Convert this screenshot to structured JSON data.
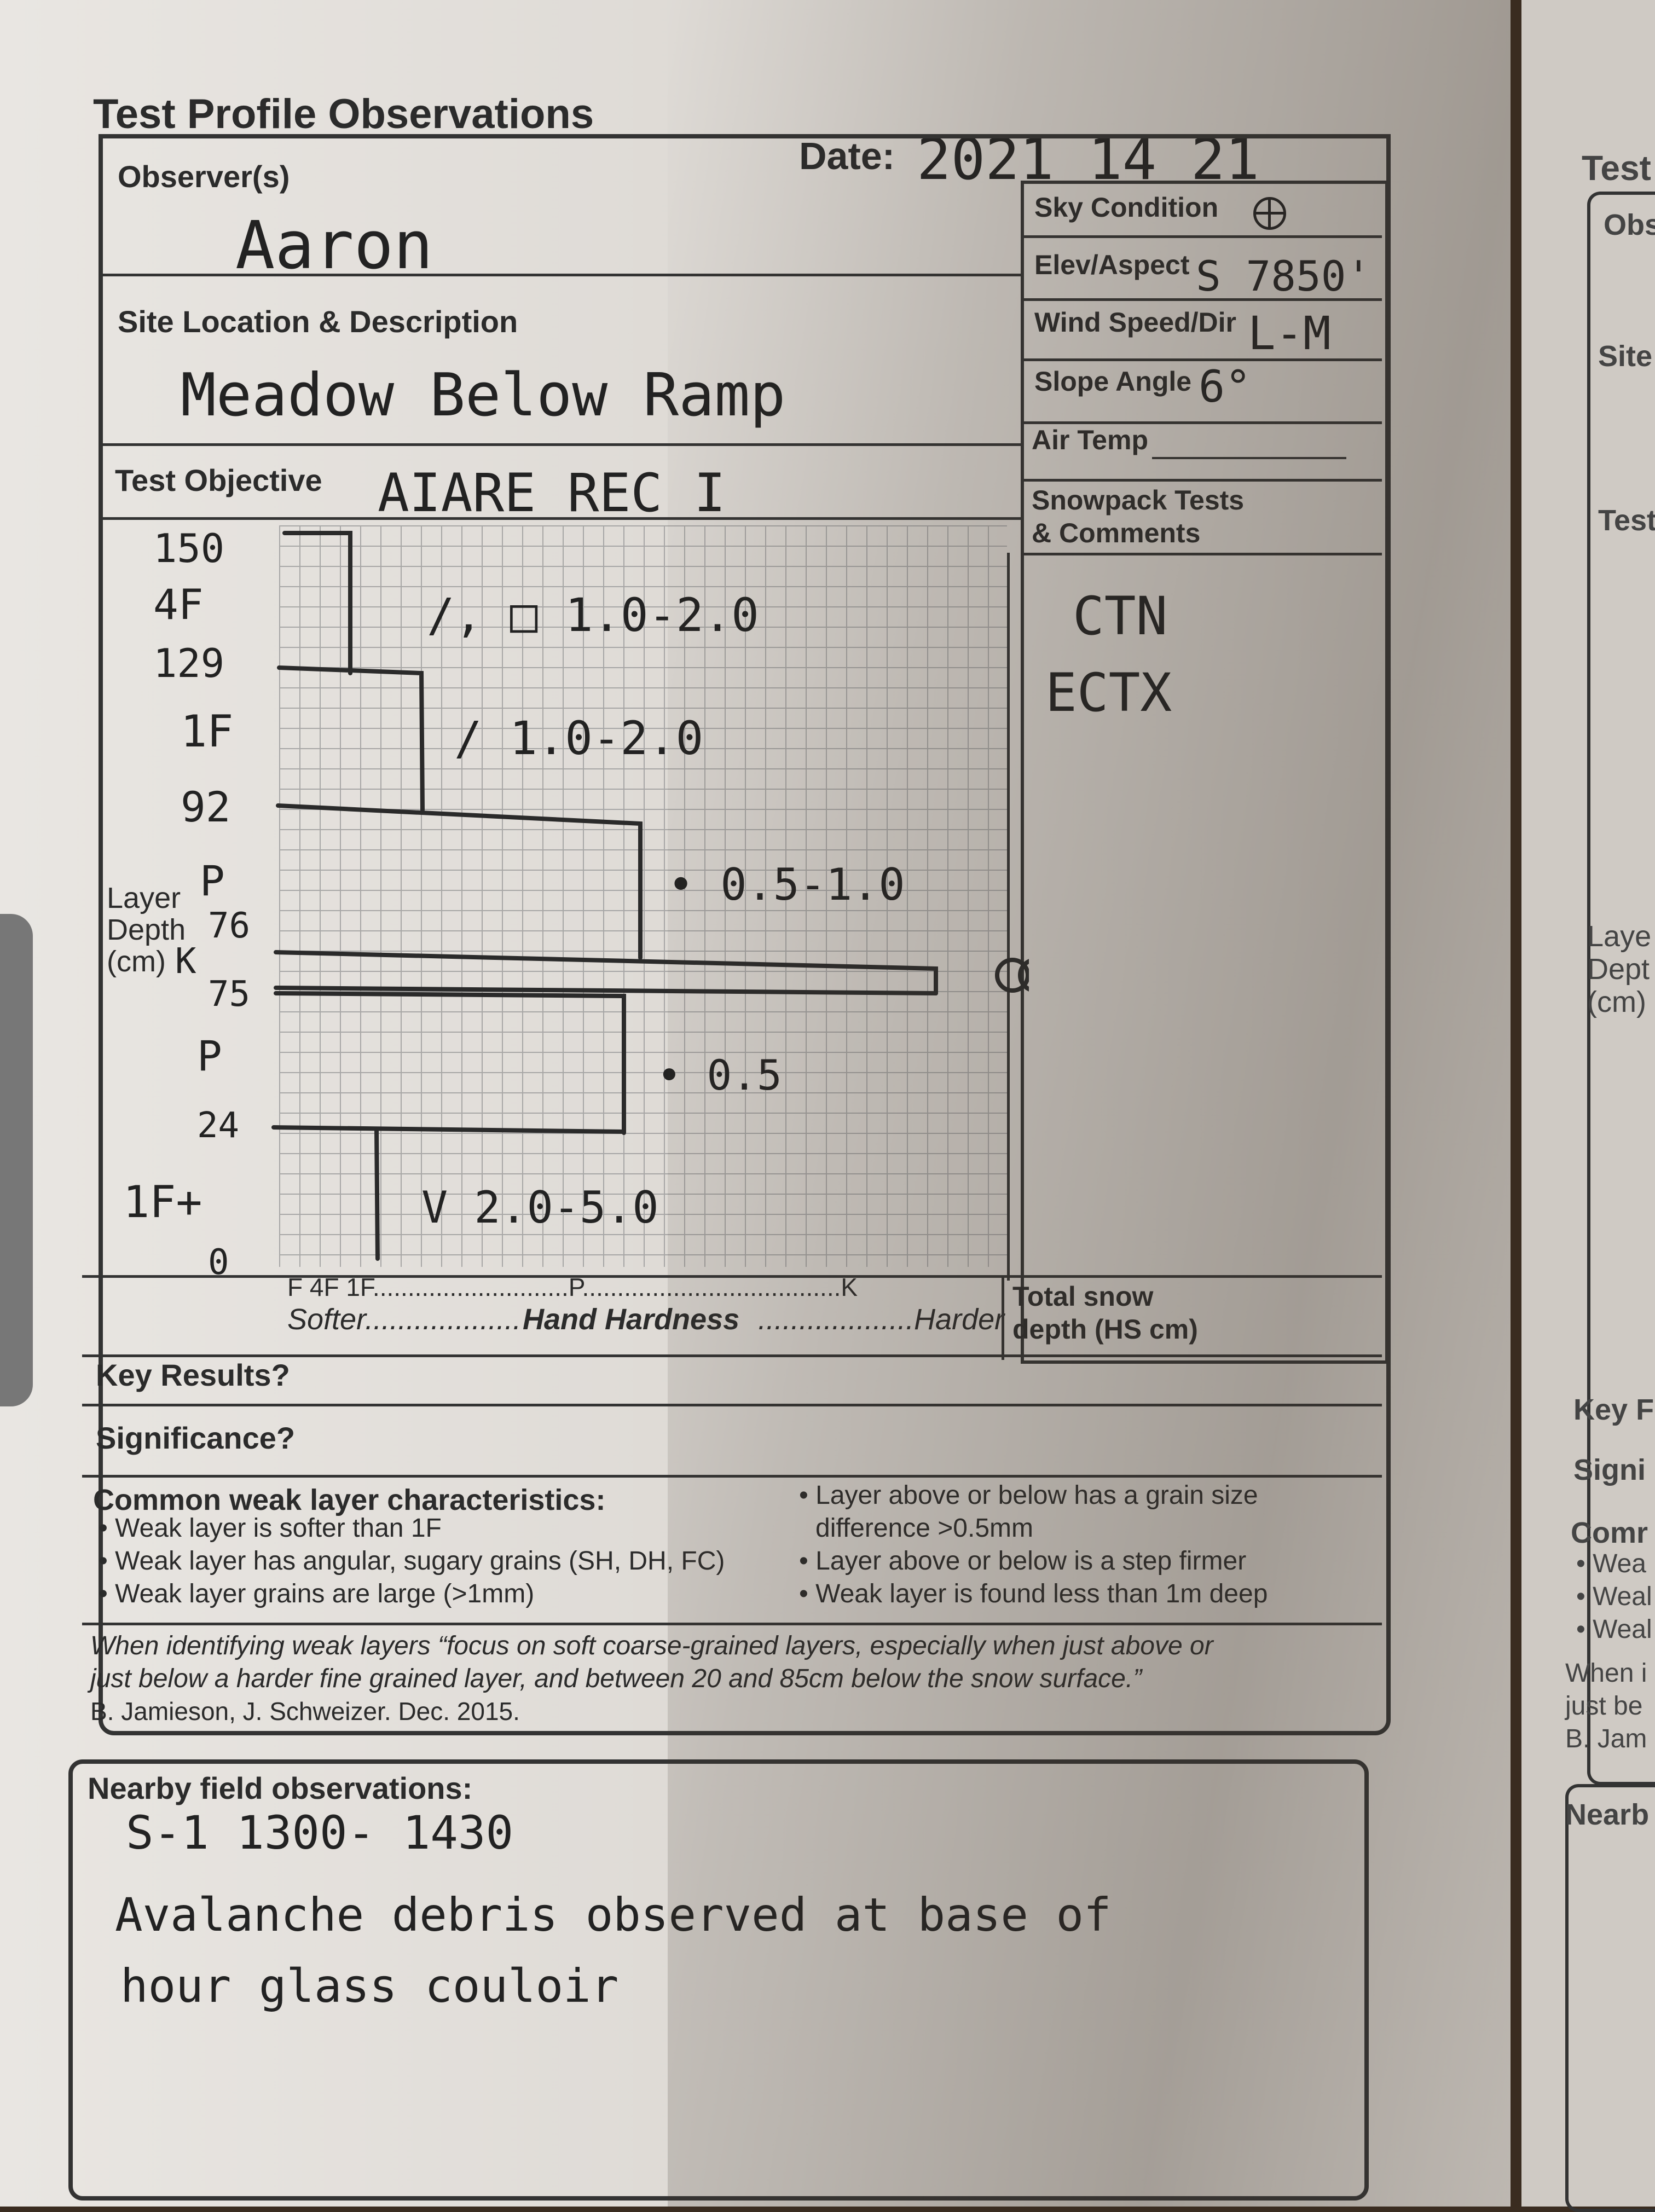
{
  "form": {
    "title": "Test Profile Observations",
    "date_label": "Date:",
    "date_value": "2021 14 21",
    "observer_label": "Observer(s)",
    "observer_value": "Aaron",
    "site_label": "Site Location & Description",
    "site_value": "Meadow Below Ramp",
    "objective_label": "Test Objective",
    "objective_value": "AIARE REC I",
    "sky_label": "Sky Condition",
    "elev_label": "Elev/Aspect",
    "elev_value": "S 7850'",
    "wind_label": "Wind Speed/Dir",
    "wind_value": "L-M",
    "slope_label": "Slope Angle",
    "slope_value": "6°",
    "airtemp_label": "Air Temp",
    "tests_label_1": "Snowpack Tests",
    "tests_label_2": "& Comments",
    "tests_value_1": "CTN",
    "tests_value_2": "ECTX",
    "layer_label_1": "Layer",
    "layer_label_2": "Depth",
    "layer_label_3": "(cm)",
    "hardness_scale": "F 4F    1F............................P.....................................K",
    "hardness_softer": "Softer...................",
    "hardness_label": "Hand Hardness",
    "hardness_harder": "...................Harder",
    "total_snow_1": "Total snow",
    "total_snow_2": "depth (HS cm)",
    "key_results": "Key Results?",
    "significance": "Significance?",
    "weak_title": "Common weak layer characteristics:",
    "weak_1": "• Weak layer is softer than 1F",
    "weak_2": "• Weak layer has angular, sugary grains (SH, DH, FC)",
    "weak_3": "• Weak layer grains are large (>1mm)",
    "weak_4a": "• Layer above or below has a grain size",
    "weak_4b": "difference >0.5mm",
    "weak_5": "• Layer above or below is a step firmer",
    "weak_6": "• Weak layer is found less than 1m deep",
    "quote_1": "When identifying weak layers “focus on soft coarse-grained layers, especially when just above or",
    "quote_2": "just below a harder fine grained layer, and between 20 and 85cm below the snow surface.”",
    "quote_3": "B. Jamieson, J. Schweizer. Dec. 2015.",
    "nearby_label": "Nearby field observations:",
    "nearby_1": "S-1 1300- 1430",
    "nearby_2": "Avalanche debris observed at base of",
    "nearby_3": "hour glass couloir"
  },
  "profile": {
    "depths": [
      "150",
      "129",
      "92",
      "76",
      "75",
      "24",
      "0"
    ],
    "hardness": [
      "4F",
      "1F",
      "P",
      "K",
      "P",
      "1F+"
    ],
    "layer_notes": [
      "/, □ 1.0-2.0",
      "/ 1.0-2.0",
      "• 0.5-1.0",
      "• 0.5",
      "V 2.0-5.0"
    ]
  },
  "next_page": {
    "t1": "Test",
    "t2": "Obs",
    "t3": "Site",
    "t4": "Test",
    "t5": "Laye",
    "t6": "Dept",
    "t7": "(cm)",
    "t8": "Key F",
    "t9": "Signi",
    "t10": "Comr",
    "t11": "• Wea",
    "t12": "• Weal",
    "t13": "• Weal",
    "t14": "When i",
    "t15": "just be",
    "t16": "B. Jam",
    "t17": "Nearb"
  }
}
